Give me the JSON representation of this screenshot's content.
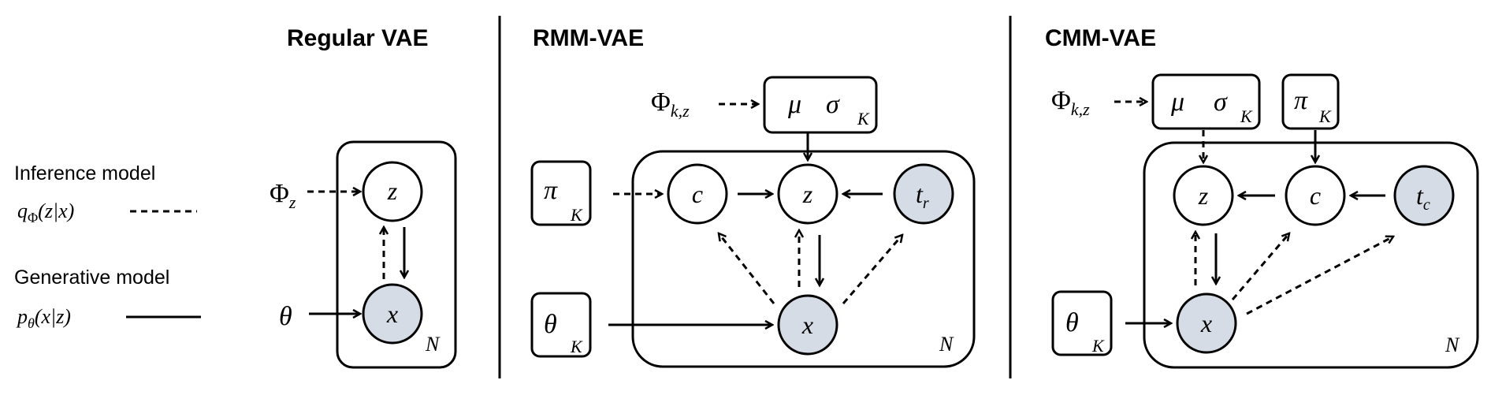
{
  "panels": {
    "regular": {
      "title": "Regular VAE"
    },
    "rmm": {
      "title": "RMM-VAE"
    },
    "cmm": {
      "title": "CMM-VAE"
    }
  },
  "legend": {
    "inference_label": "Inference model",
    "inference_math": "q",
    "inference_sub": "Φ",
    "inference_args": "(z|x)",
    "generative_label": "Generative model",
    "generative_math": "p",
    "generative_sub": "θ",
    "generative_args": "(x|z)"
  },
  "symbols": {
    "z": "z",
    "x": "x",
    "c": "c",
    "t": "t",
    "tr_sub": "r",
    "tc_sub": "c",
    "theta": "θ",
    "pi": "π",
    "mu": "μ",
    "sigma": "σ",
    "Phi": "Φ",
    "Phi_z_sub": "z",
    "Phi_kz_sub": "k,z",
    "K": "K",
    "N": "N"
  }
}
